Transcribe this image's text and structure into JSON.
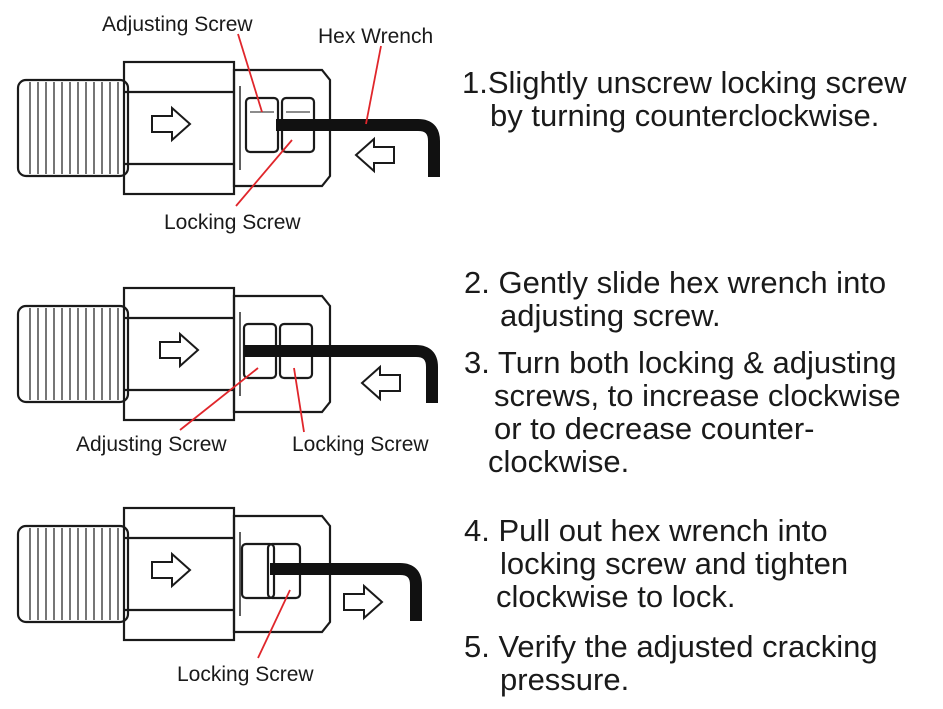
{
  "labels": {
    "adjusting_screw": "Adjusting Screw",
    "hex_wrench": "Hex Wrench",
    "locking_screw": "Locking Screw"
  },
  "steps": [
    [
      "1.Slightly unscrew locking screw",
      "by turning counterclockwise."
    ],
    [
      "2. Gently slide hex wrench into",
      "adjusting screw."
    ],
    [
      "3. Turn both locking & adjusting",
      "screws, to increase clockwise",
      "or to decrease counter-",
      "clockwise."
    ],
    [
      "4. Pull out hex wrench into",
      "locking screw and tighten",
      "clockwise to lock."
    ],
    [
      "5. Verify the adjusted cracking",
      "pressure."
    ]
  ],
  "colors": {
    "line": "#1a1a1a",
    "leader": "#e0262b",
    "wrench": "#111111"
  }
}
